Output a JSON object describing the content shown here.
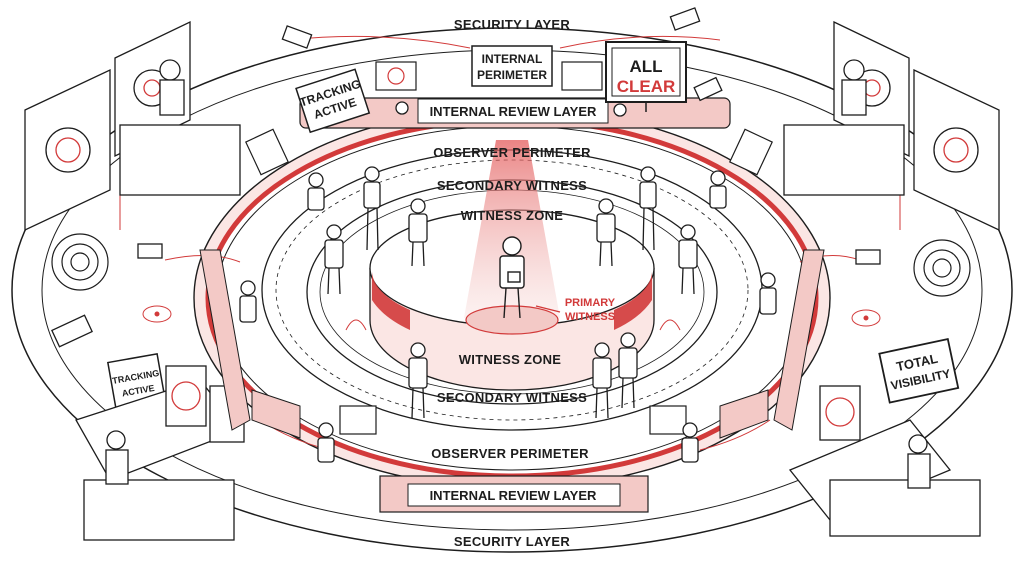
{
  "labels": {
    "security_layer_top": "SECURITY LAYER",
    "security_layer_bottom": "SECURITY LAYER",
    "internal_review_top": "INTERNAL REVIEW LAYER",
    "internal_review_bottom": "INTERNAL REVIEW LAYER",
    "observer_top": "OBSERVER PERIMETER",
    "observer_bottom": "OBSERVER PERIMETER",
    "secondary_top": "SECONDARY WITNESS",
    "secondary_bottom": "SECONDARY WITNESS",
    "witness_top": "WITNESS ZONE",
    "witness_bottom": "WITNESS ZONE",
    "primary_line1": "PRIMARY",
    "primary_line2": "WITNESS"
  },
  "signs": {
    "internal_perimeter_line1": "INTERNAL",
    "internal_perimeter_line2": "PERIMETER",
    "all_clear_line1": "ALL",
    "all_clear_line2": "CLEAR",
    "tracking_active_line1": "TRACKING",
    "tracking_active_line2": "ACTIVE",
    "tracking_active_screen_line1": "TRACKING",
    "tracking_active_screen_line2": "ACTIVE",
    "total_visibility_line1": "TOTAL",
    "total_visibility_line2": "VISIBILITY"
  },
  "colors": {
    "accent_red": "#d23a3a",
    "light_red": "#f3c9c6",
    "pale_red": "#fbe6e4",
    "ink": "#1d1d1d",
    "paper": "#ffffff"
  }
}
